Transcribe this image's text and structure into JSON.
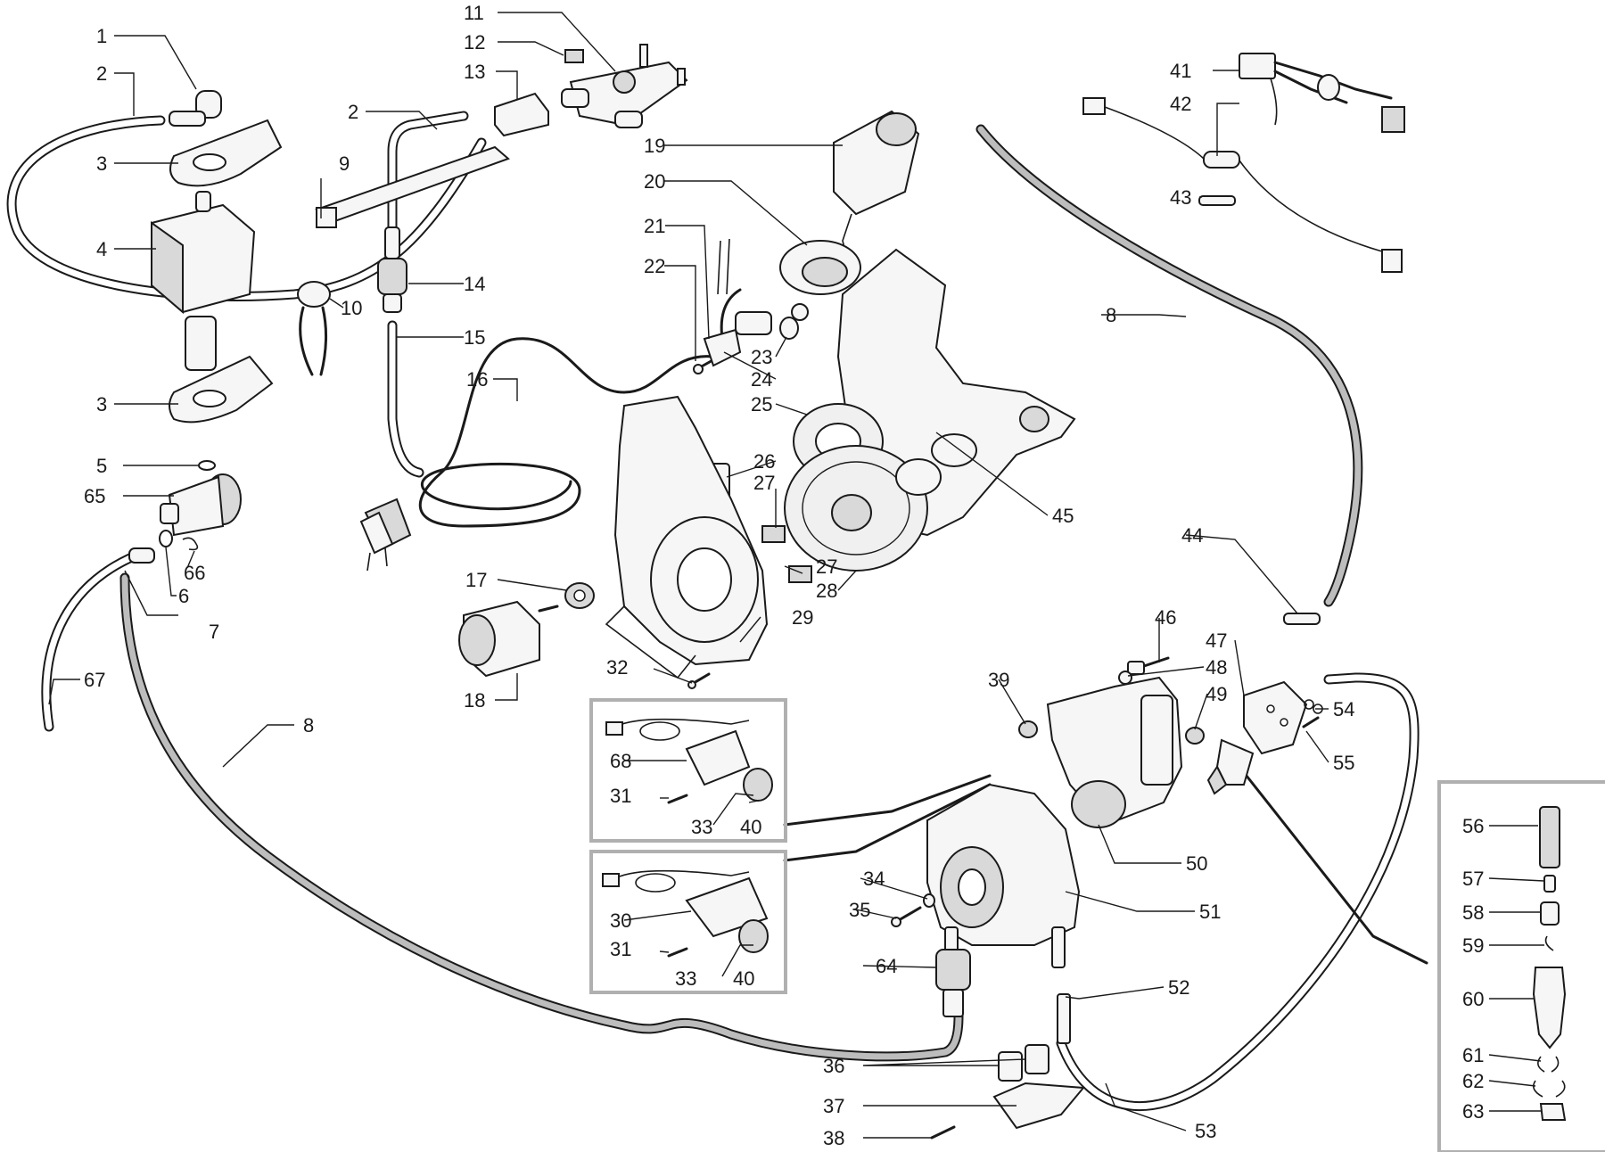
{
  "diagram": {
    "callouts": [
      {
        "id": "c1",
        "text": "1"
      },
      {
        "id": "c2a",
        "text": "2"
      },
      {
        "id": "c2b",
        "text": "2"
      },
      {
        "id": "c3a",
        "text": "3"
      },
      {
        "id": "c3b",
        "text": "3"
      },
      {
        "id": "c4",
        "text": "4"
      },
      {
        "id": "c5",
        "text": "5"
      },
      {
        "id": "c6",
        "text": "6"
      },
      {
        "id": "c7",
        "text": "7"
      },
      {
        "id": "c8a",
        "text": "8"
      },
      {
        "id": "c8b",
        "text": "8"
      },
      {
        "id": "c9",
        "text": "9"
      },
      {
        "id": "c10",
        "text": "10"
      },
      {
        "id": "c11",
        "text": "11"
      },
      {
        "id": "c12",
        "text": "12"
      },
      {
        "id": "c13",
        "text": "13"
      },
      {
        "id": "c14",
        "text": "14"
      },
      {
        "id": "c15",
        "text": "15"
      },
      {
        "id": "c16",
        "text": "16"
      },
      {
        "id": "c17",
        "text": "17"
      },
      {
        "id": "c18",
        "text": "18"
      },
      {
        "id": "c19",
        "text": "19"
      },
      {
        "id": "c20",
        "text": "20"
      },
      {
        "id": "c21",
        "text": "21"
      },
      {
        "id": "c22",
        "text": "22"
      },
      {
        "id": "c23",
        "text": "23"
      },
      {
        "id": "c24",
        "text": "24"
      },
      {
        "id": "c25",
        "text": "25"
      },
      {
        "id": "c26",
        "text": "26"
      },
      {
        "id": "c27a",
        "text": "27"
      },
      {
        "id": "c27b",
        "text": "27"
      },
      {
        "id": "c28",
        "text": "28"
      },
      {
        "id": "c29",
        "text": "29"
      },
      {
        "id": "c30",
        "text": "30"
      },
      {
        "id": "c31a",
        "text": "31"
      },
      {
        "id": "c31b",
        "text": "31"
      },
      {
        "id": "c32",
        "text": "32"
      },
      {
        "id": "c33a",
        "text": "33"
      },
      {
        "id": "c33b",
        "text": "33"
      },
      {
        "id": "c34",
        "text": "34"
      },
      {
        "id": "c35",
        "text": "35"
      },
      {
        "id": "c36",
        "text": "36"
      },
      {
        "id": "c37",
        "text": "37"
      },
      {
        "id": "c38",
        "text": "38"
      },
      {
        "id": "c39",
        "text": "39"
      },
      {
        "id": "c40a",
        "text": "40"
      },
      {
        "id": "c40b",
        "text": "40"
      },
      {
        "id": "c41",
        "text": "41"
      },
      {
        "id": "c42",
        "text": "42"
      },
      {
        "id": "c43",
        "text": "43"
      },
      {
        "id": "c44",
        "text": "44"
      },
      {
        "id": "c45",
        "text": "45"
      },
      {
        "id": "c46",
        "text": "46"
      },
      {
        "id": "c47",
        "text": "47"
      },
      {
        "id": "c48",
        "text": "48"
      },
      {
        "id": "c49",
        "text": "49"
      },
      {
        "id": "c50",
        "text": "50"
      },
      {
        "id": "c51",
        "text": "51"
      },
      {
        "id": "c52",
        "text": "52"
      },
      {
        "id": "c53",
        "text": "53"
      },
      {
        "id": "c54",
        "text": "54"
      },
      {
        "id": "c55",
        "text": "55"
      },
      {
        "id": "c56",
        "text": "56"
      },
      {
        "id": "c57",
        "text": "57"
      },
      {
        "id": "c58",
        "text": "58"
      },
      {
        "id": "c59",
        "text": "59"
      },
      {
        "id": "c60",
        "text": "60"
      },
      {
        "id": "c61",
        "text": "61"
      },
      {
        "id": "c62",
        "text": "62"
      },
      {
        "id": "c63",
        "text": "63"
      },
      {
        "id": "c64",
        "text": "64"
      },
      {
        "id": "c65",
        "text": "65"
      },
      {
        "id": "c66",
        "text": "66"
      },
      {
        "id": "c67",
        "text": "67"
      },
      {
        "id": "c68",
        "text": "68"
      }
    ]
  }
}
